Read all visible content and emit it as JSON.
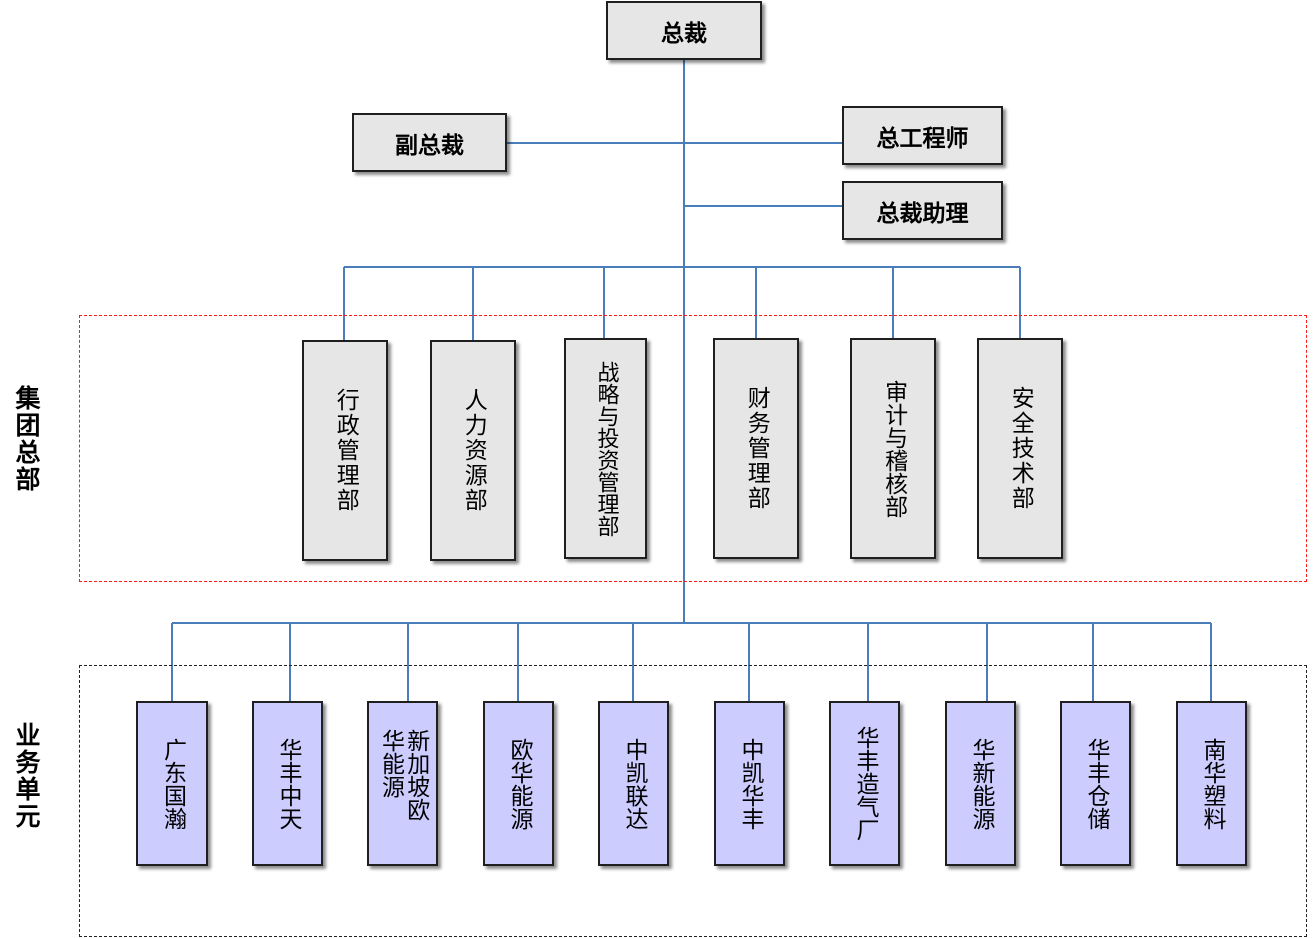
{
  "executives": {
    "president": "总裁",
    "vice_president": "副总裁",
    "chief_engineer": "总工程师",
    "president_assistant": "总裁助理"
  },
  "headquarters": {
    "label": "集团总部",
    "departments": [
      "行政管理部",
      "人力资源部",
      "战略与投资管理部",
      "财务管理部",
      "审计与稽核部",
      "安全技术部"
    ]
  },
  "business_units": {
    "label": "业务单元",
    "units": [
      "广东国瀚",
      "华丰中天",
      "新加坡欧华能源",
      "欧华能源",
      "中凯联达",
      "中凯华丰",
      "华丰造气厂",
      "华新能源",
      "华丰仓储",
      "南华塑料"
    ]
  },
  "colors": {
    "connector": "#4a7ebb",
    "exec_fill": "#e6e6e6",
    "unit_fill": "#ccccff",
    "hq_border": "#ff1a1a"
  }
}
